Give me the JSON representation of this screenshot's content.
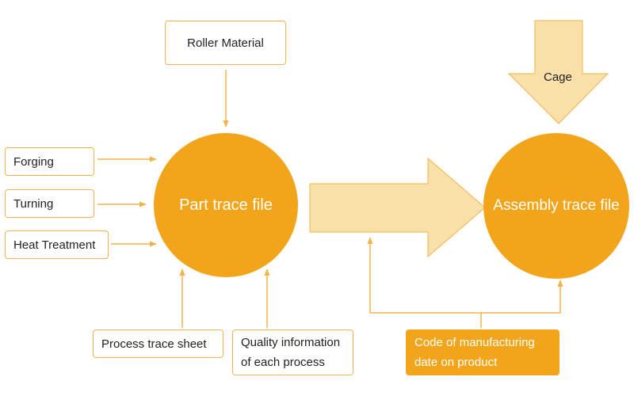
{
  "nodes": {
    "roller_material": "Roller Material",
    "forging": "Forging",
    "turning": "Turning",
    "heat_treatment": "Heat Treatment",
    "process_trace_sheet": "Process trace sheet",
    "quality_info_line1": "Quality information",
    "quality_info_line2": "of each process",
    "part_trace_file": "Part trace file",
    "assembly_trace_file": "Assembly trace file",
    "cage": "Cage",
    "code_line1": "Code of manufacturing",
    "code_line2": "date on product"
  },
  "colors": {
    "accent": "#f2a51a",
    "light_accent": "#f9dfa8",
    "line": "#f0b44a"
  }
}
